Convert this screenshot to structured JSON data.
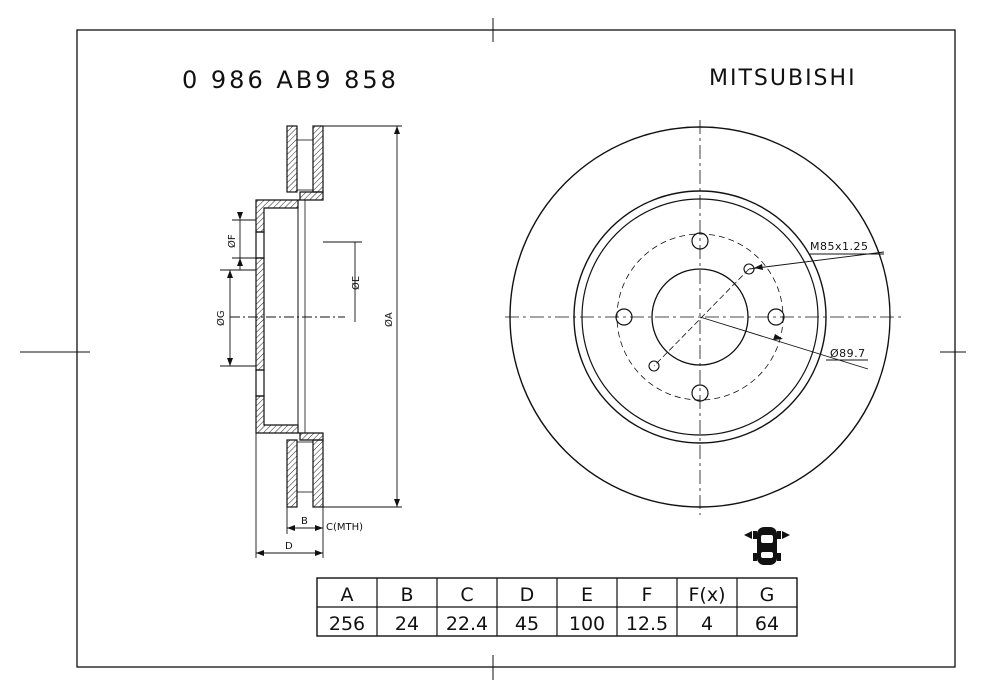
{
  "part_number": "0 986 AB9 858",
  "brand": "MITSUBISHI",
  "side_view": {
    "labels": {
      "f": "ØF",
      "g": "ØG",
      "e": "ØE",
      "a": "ØA",
      "b": "B",
      "c": "C(MTH)",
      "d": "D"
    }
  },
  "front_view": {
    "thread_callout": "M85x1.25",
    "pcd_callout": "Ø89.7"
  },
  "axle_icon": "front-axle-car-icon",
  "spec_table": {
    "headers": [
      "A",
      "B",
      "C",
      "D",
      "E",
      "F",
      "F(x)",
      "G"
    ],
    "values": [
      "256",
      "24",
      "22.4",
      "45",
      "100",
      "12.5",
      "4",
      "64"
    ]
  }
}
